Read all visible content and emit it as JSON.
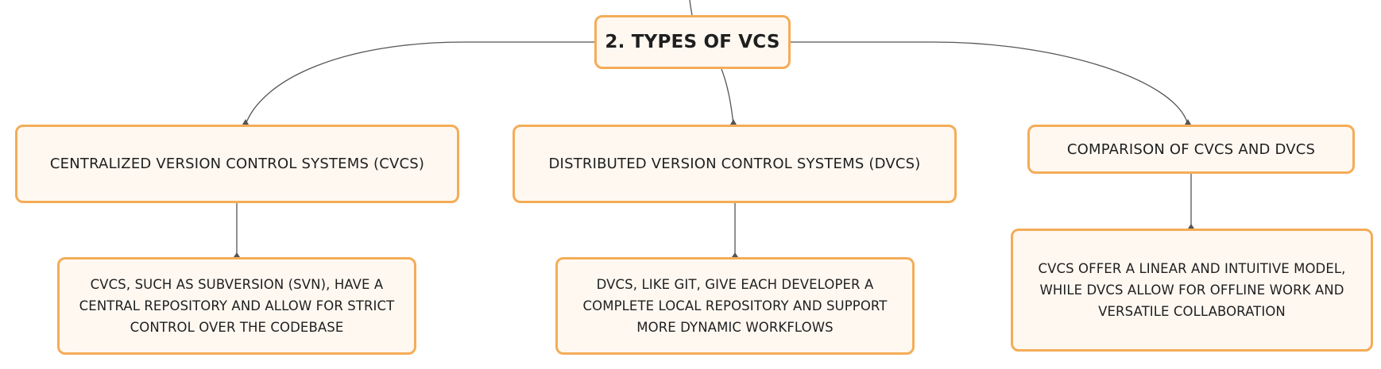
{
  "root": {
    "label": "2. TYPES OF VCS"
  },
  "topics": [
    {
      "label": "CENTRALIZED VERSION CONTROL SYSTEMS (CVCS)",
      "detail": "CVCS, SUCH AS SUBVERSION (SVN), HAVE A CENTRAL REPOSITORY AND ALLOW FOR STRICT CONTROL OVER THE CODEBASE"
    },
    {
      "label": "DISTRIBUTED VERSION CONTROL SYSTEMS (DVCS)",
      "detail": "DVCS, LIKE GIT, GIVE EACH DEVELOPER A COMPLETE LOCAL REPOSITORY AND SUPPORT MORE DYNAMIC WORKFLOWS"
    },
    {
      "label": "COMPARISON OF CVCS AND DVCS",
      "detail": "CVCS OFFER A LINEAR AND INTUITIVE MODEL, WHILE DVCS ALLOW FOR OFFLINE WORK AND VERSATILE COLLABORATION"
    }
  ],
  "colors": {
    "node_border": "#f4ac57",
    "node_fill": "#fff8f1",
    "connector": "#555555",
    "text": "#1f1f1f"
  }
}
